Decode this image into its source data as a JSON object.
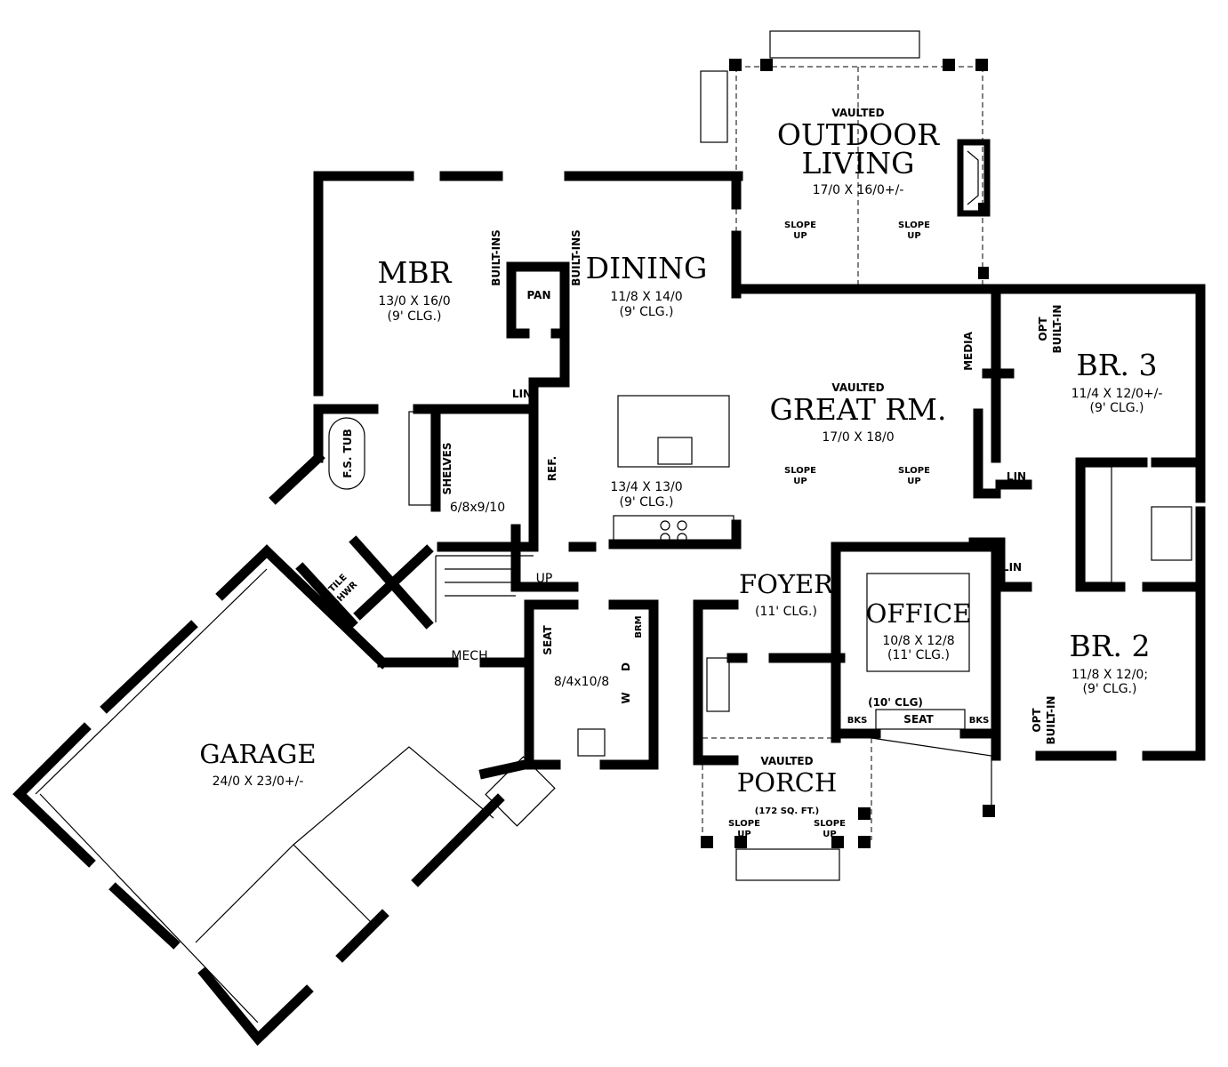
{
  "rooms": {
    "outdoor": {
      "note": "VAULTED",
      "name1": "OUTDOOR",
      "name2": "LIVING",
      "dims": "17/0 X 16/0+/-",
      "slope": "SLOPE",
      "up": "UP"
    },
    "mbr": {
      "name": "MBR",
      "dims": "13/0 X 16/0",
      "ceiling": "(9' CLG.)"
    },
    "dining": {
      "name": "DINING",
      "dims": "11/8 X 14/0",
      "ceiling": "(9' CLG.)"
    },
    "great": {
      "note": "VAULTED",
      "name": "GREAT RM.",
      "dims": "17/0 X 18/0",
      "slope": "SLOPE",
      "up": "UP"
    },
    "br3": {
      "name": "BR. 3",
      "dims": "11/4 X 12/0+/-",
      "ceiling": "(9' CLG.)",
      "builtin1": "OPT",
      "builtin2": "BUILT-IN"
    },
    "kitchen": {
      "dims": "13/4 X 13/0",
      "ceiling": "(9' CLG.)"
    },
    "closet": {
      "dims": "6/8x9/10"
    },
    "foyer": {
      "name": "FOYER",
      "ceiling": "(11' CLG.)"
    },
    "office": {
      "name": "OFFICE",
      "dims": "10/8 X 12/8",
      "ceiling": "(11' CLG.)",
      "ceiling2": "(10' CLG)",
      "seat": "SEAT",
      "bks": "BKS"
    },
    "br2": {
      "name": "BR. 2",
      "dims": "11/8 X 12/0;",
      "ceiling": "(9' CLG.)",
      "builtin1": "OPT",
      "builtin2": "BUILT-IN"
    },
    "laundry": {
      "dims": "8/4x10/8",
      "seat": "SEAT",
      "brm": "BRM",
      "d": "D",
      "w": "W"
    },
    "mech": {
      "name": "MECH"
    },
    "garage": {
      "name": "GARAGE",
      "dims": "24/0 X 23/0+/-"
    },
    "porch": {
      "note": "VAULTED",
      "name": "PORCH",
      "area": "(172 SQ. FT.)",
      "slope": "SLOPE",
      "up": "UP"
    }
  },
  "fixtures": {
    "builtins": "BUILT-INS",
    "pan": "PAN",
    "lin": "LIN",
    "ref": "REF.",
    "shelves": "SHELVES",
    "tub": "F.S. TUB",
    "tile1": "TILE",
    "tile2": "SHWR",
    "up": "UP",
    "media": "MEDIA"
  }
}
